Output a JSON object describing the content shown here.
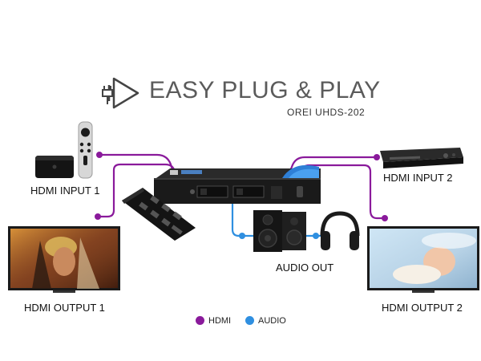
{
  "header": {
    "title": "EASY PLUG & PLAY",
    "model": "OREI UHDS-202"
  },
  "devices": {
    "input_1": "HDMI INPUT 1",
    "input_2": "HDMI INPUT 2",
    "output_1": "HDMI OUTPUT 1",
    "output_2": "HDMI OUTPUT 2",
    "audio_out": "AUDIO OUT"
  },
  "legend": {
    "hdmi": {
      "label": "HDMI",
      "color": "#8a1a9b"
    },
    "audio": {
      "label": "AUDIO",
      "color": "#2f8fe0"
    }
  },
  "icons": {
    "logo": "plug-play-icon",
    "source_1": "streaming-box-icon",
    "remote_small": "streaming-remote-icon",
    "source_2": "dvd-player-icon",
    "switch": "hdmi-switch-icon",
    "ir_remote": "ir-remote-icon",
    "speakers": "speakers-icon",
    "headphones": "headphones-icon",
    "tv_1": "tv-icon",
    "tv_2": "tv-icon"
  }
}
